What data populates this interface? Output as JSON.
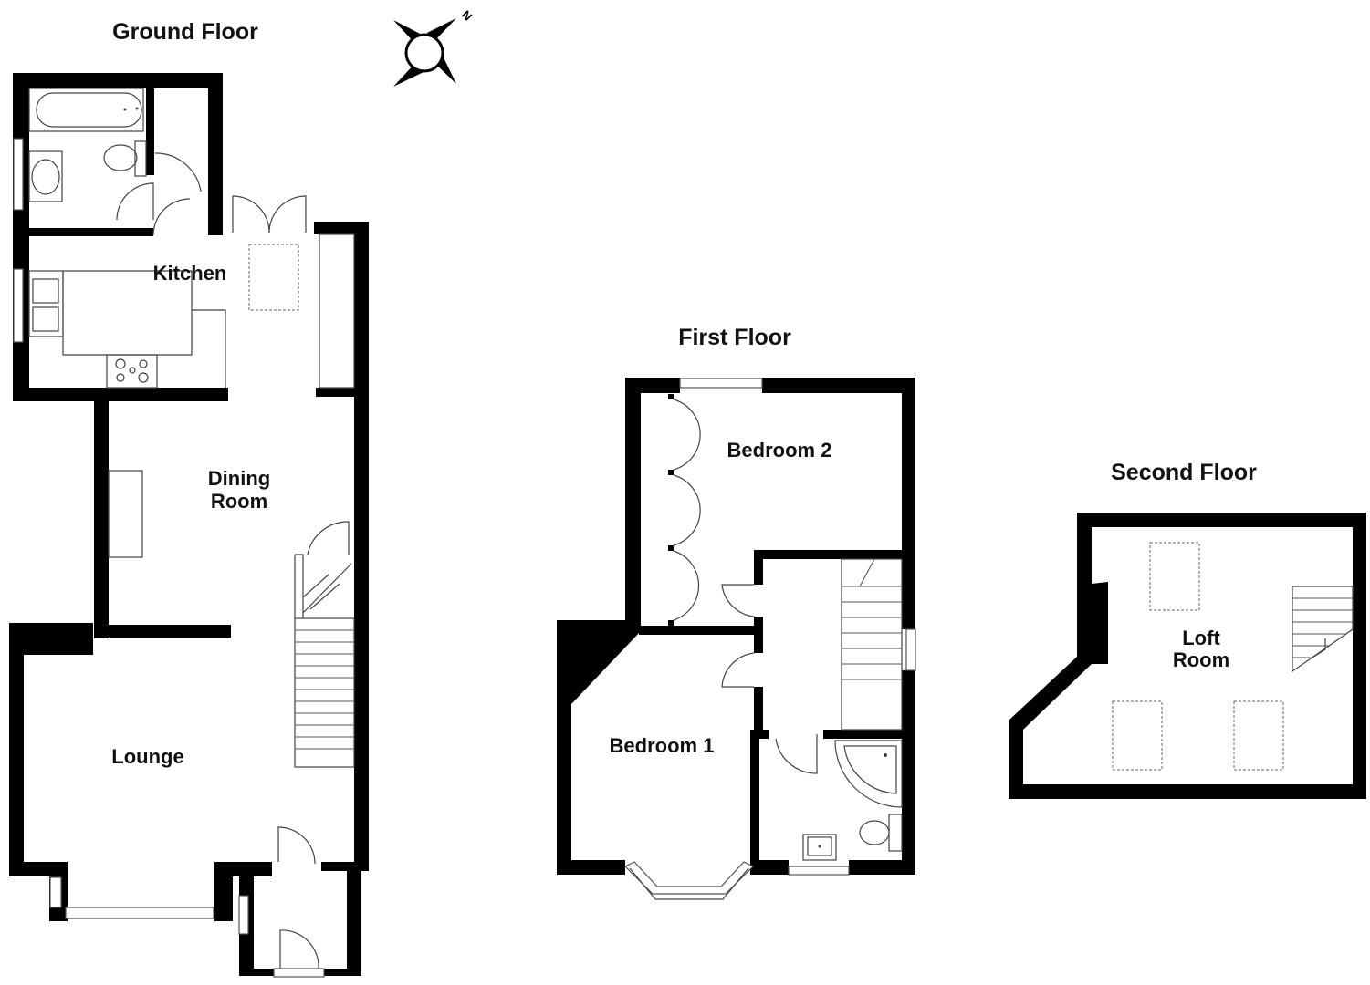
{
  "compass": {
    "north_label": "N"
  },
  "floors": [
    {
      "id": "ground",
      "title": "Ground Floor",
      "rooms": [
        "Kitchen",
        "Dining",
        "Room",
        "Lounge"
      ]
    },
    {
      "id": "first",
      "title": "First Floor",
      "rooms": [
        "Bedroom 2",
        "Bedroom 1"
      ]
    },
    {
      "id": "second",
      "title": "Second Floor",
      "rooms": [
        "Loft",
        "Room"
      ]
    }
  ]
}
